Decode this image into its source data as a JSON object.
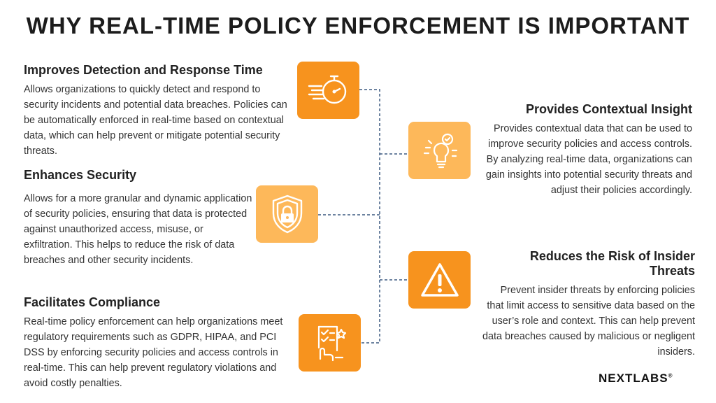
{
  "title": "WHY REAL-TIME POLICY ENFORCEMENT IS IMPORTANT",
  "sections": {
    "detection": {
      "heading": "Improves Detection and Response Time",
      "body": "Allows organizations to quickly detect and respond to security incidents and potential data breaches. Policies can be automatically enforced in real-time based on contextual data, which can help prevent or mitigate potential security threats.",
      "icon": "stopwatch-icon"
    },
    "security": {
      "heading": "Enhances Security",
      "body": "Allows for a more granular and dynamic application of security policies, ensuring that data is protected against unauthorized access, misuse, or exfiltration. This helps to reduce the risk of data breaches and other security incidents.",
      "icon": "shield-lock-icon"
    },
    "compliance": {
      "heading": "Facilitates Compliance",
      "body": "Real-time policy enforcement can help organizations meet regulatory requirements such as GDPR, HIPAA, and PCI DSS by enforcing security policies and access controls in real-time. This can help prevent regulatory violations and avoid costly penalties.",
      "icon": "checklist-hand-icon"
    },
    "insight": {
      "heading": "Provides Contextual Insight",
      "body": "Provides contextual data that can be used to improve security policies and access controls. By analyzing real-time data, organizations can gain insights into potential security threats and adjust their policies accordingly.",
      "icon": "lightbulb-check-icon"
    },
    "insider": {
      "heading": "Reduces the Risk of Insider Threats",
      "body": "Prevent insider threats by enforcing policies that limit access to sensitive data based on the user’s role and context. This can help prevent data breaches caused by malicious or negligent insiders.",
      "icon": "warning-icon"
    }
  },
  "logo": {
    "text_before": "NE",
    "text_x": "X",
    "text_after": "TLABS",
    "mark": "®"
  },
  "colors": {
    "orange_dark": "#f7931e",
    "orange_light": "#fdb85a",
    "connector": "#3d5a80"
  }
}
